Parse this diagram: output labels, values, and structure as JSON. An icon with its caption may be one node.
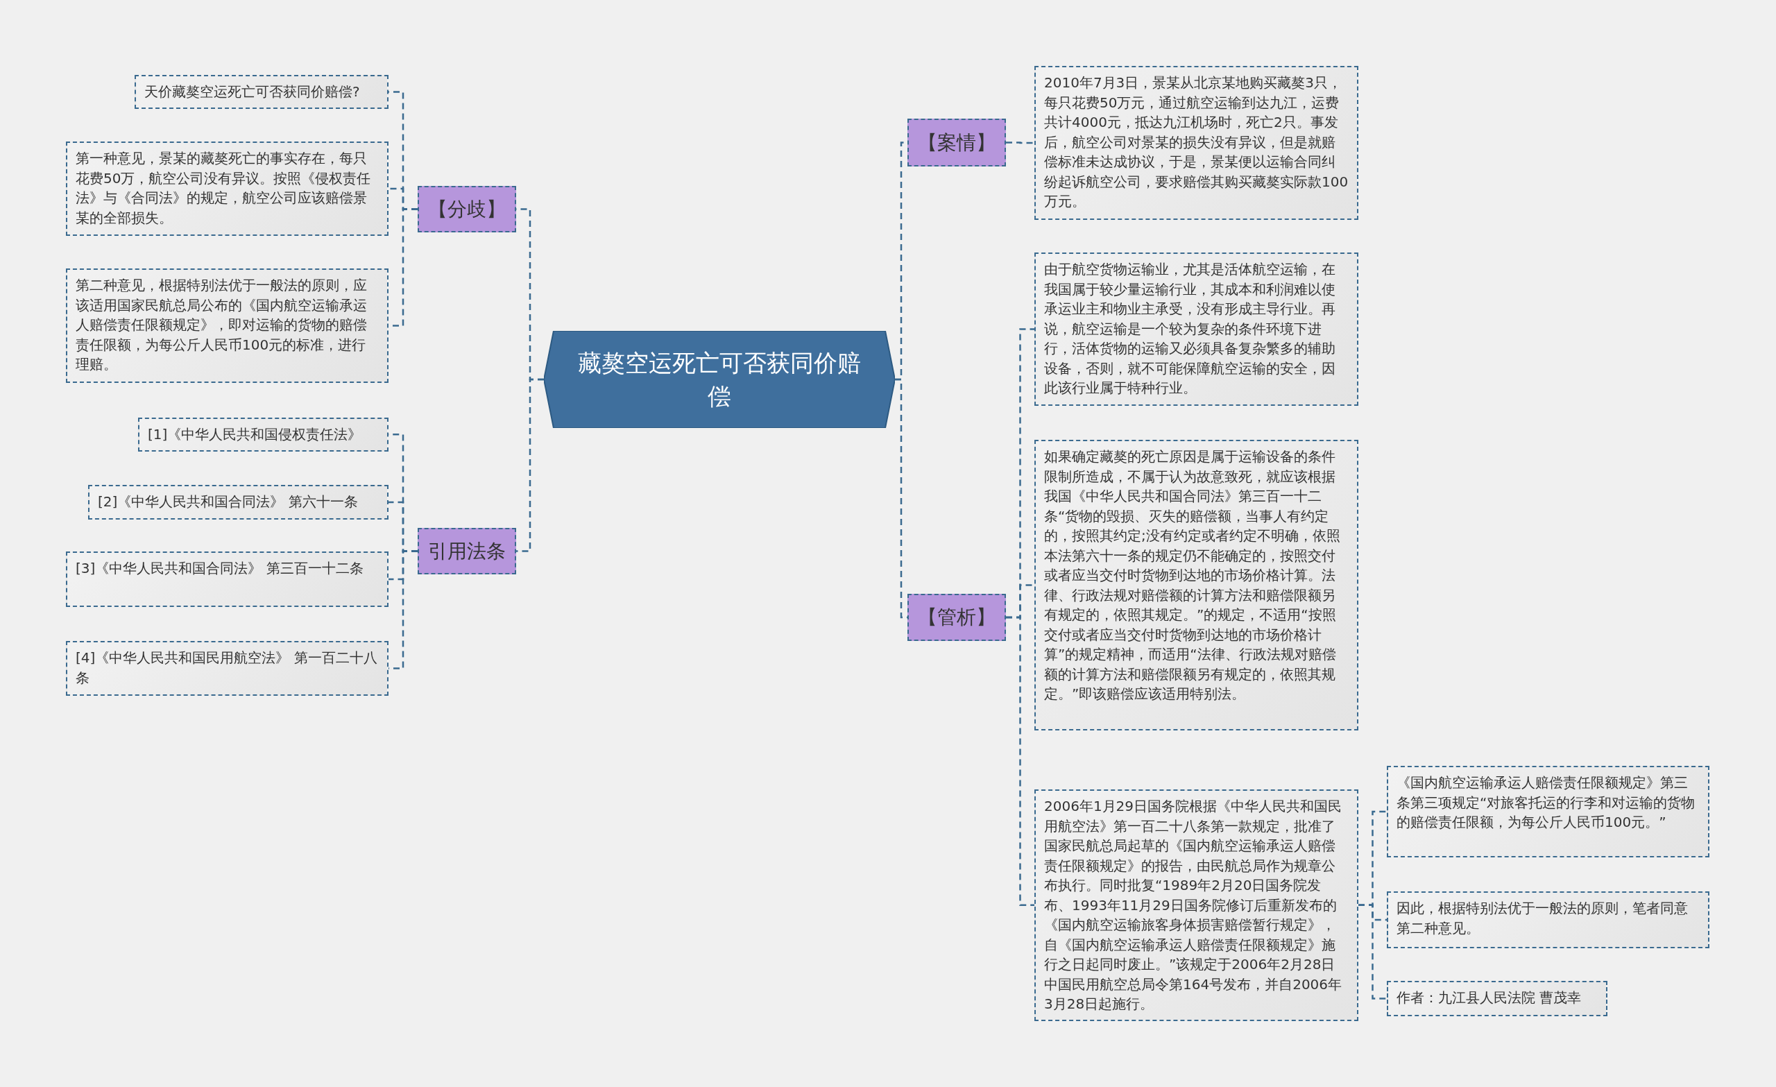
{
  "diagram": {
    "nodes": [
      {
        "text": [
          "藏獒空运死亡可否获同价赔偿"
        ]
      },
      {
        "text": [
          "【分歧】"
        ]
      },
      {
        "text": [
          "天价藏獒空运死亡可否获同价赔偿?"
        ]
      },
      {
        "text": [
          "第一种意见，景某的藏獒死亡的事实存在，每只花费50万，航空公司没有异议。按照《侵权责任法》与《合同法》的规定，航空公司应该赔偿景某的全部损失。"
        ]
      },
      {
        "text": [
          "第二种意见，根据特别法优于一般法的原则，应该适用国家民航总局公布的《国内航空运输承运人赔偿责任限额规定》，即对运输的货物的赔偿责任限额，为每公斤人民币100元的标准，进行理赔。"
        ]
      },
      {
        "text": [
          "引用法条"
        ]
      },
      {
        "text": [
          "[1]《中华人民共和国侵权责任法》"
        ]
      },
      {
        "text": [
          "[2]《中华人民共和国合同法》 第六十一条"
        ]
      },
      {
        "text": [
          "[3]《中华人民共和国合同法》 第三百一十二条"
        ]
      },
      {
        "text": [
          "[4]《中华人民共和国民用航空法》 第一百二十八条"
        ]
      },
      {
        "text": [
          "【案情】"
        ]
      },
      {
        "text": [
          "2010年7月3日，景某从北京某地购买藏獒3只，每只花费50万元，通过航空运输到达九江，运费共计4000元，抵达九江机场时，死亡2只。事发后，航空公司对景某的损失没有异议，但是就赔偿标准未达成协议，于是，景某便以运输合同纠纷起诉航空公司，要求赔偿其购买藏獒实际款100万元。"
        ]
      },
      {
        "text": [
          "【管析】"
        ]
      },
      {
        "text": [
          "由于航空货物运输业，尤其是活体航空运输，在我国属于较少量运输行业，其成本和利润难以使承运业主和物业主承受，没有形成主导行业。再说，航空运输是一个较为复杂的条件环境下进行，活体货物的运输又必须具备复杂繁多的辅助设备，否则，就不可能保障航空运输的安全，因此该行业属于特种行业。"
        ]
      },
      {
        "text": [
          "如果确定藏獒的死亡原因是属于运输设备的条件限制所造成，不属于认为故意致死，就应该根据我国《中华人民共和国合同法》第三百一十二条“货物的毁损、灭失的赔偿额，当事人有约定的，按照其约定;没有约定或者约定不明确，依照本法第六十一条的规定仍不能确定的，按照交付或者应当交付时货物到达地的市场价格计算。法律、行政法规对赔偿额的计算方法和赔偿限额另有规定的，依照其规定。”的规定，不适用“按照交付或者应当交付时货物到达地的市场价格计算”的规定精神，而适用“法律、行政法规对赔偿额的计算方法和赔偿限额另有规定的，依照其规定。”即该赔偿应该适用特别法。"
        ]
      },
      {
        "text": [
          "2006年1月29日国务院根据《中华人民共和国民用航空法》第一百二十八条第一款规定，批准了国家民航总局起草的《国内航空运输承运人赔偿责任限额规定》的报告，由民航总局作为规章公布执行。同时批复“1989年2月20日国务院发布、1993年11月29日国务院修订后重新发布的《国内航空运输旅客身体损害赔偿暂行规定》，自《国内航空运输承运人赔偿责任限额规定》施行之日起同时废止。”该规定于2006年2月28日中国民用航空总局令第164号发布，并自2006年3月28日起施行。"
        ]
      },
      {
        "text": [
          "《国内航空运输承运人赔偿责任限额规定》第三条第三项规定“对旅客托运的行李和对运输的货物的赔偿责任限额，为每公斤人民币100元。”"
        ]
      },
      {
        "text": [
          "因此，根据特别法优于一般法的原则，笔者同意第二种意见。"
        ]
      },
      {
        "text": [
          "作者：九江县人民法院 曹茂幸"
        ]
      }
    ],
    "edges": [
      {
        "from": 0,
        "to": 1,
        "arrow": "none"
      },
      {
        "from": 1,
        "to": 2,
        "arrow": "none"
      },
      {
        "from": 1,
        "to": 3,
        "arrow": "none"
      },
      {
        "from": 1,
        "to": 4,
        "arrow": "none"
      },
      {
        "from": 0,
        "to": 5,
        "arrow": "none"
      },
      {
        "from": 5,
        "to": 6,
        "arrow": "none"
      },
      {
        "from": 5,
        "to": 7,
        "arrow": "none"
      },
      {
        "from": 5,
        "to": 8,
        "arrow": "none"
      },
      {
        "from": 5,
        "to": 9,
        "arrow": "none"
      },
      {
        "from": 0,
        "to": 10,
        "arrow": "none"
      },
      {
        "from": 10,
        "to": 11,
        "arrow": "none"
      },
      {
        "from": 0,
        "to": 12,
        "arrow": "none"
      },
      {
        "from": 12,
        "to": 13,
        "arrow": "none"
      },
      {
        "from": 12,
        "to": 14,
        "arrow": "none"
      },
      {
        "from": 12,
        "to": 15,
        "arrow": "none"
      },
      {
        "from": 15,
        "to": 16,
        "arrow": "none"
      },
      {
        "from": 15,
        "to": 17,
        "arrow": "none"
      },
      {
        "from": 15,
        "to": 18,
        "arrow": "none"
      }
    ]
  }
}
